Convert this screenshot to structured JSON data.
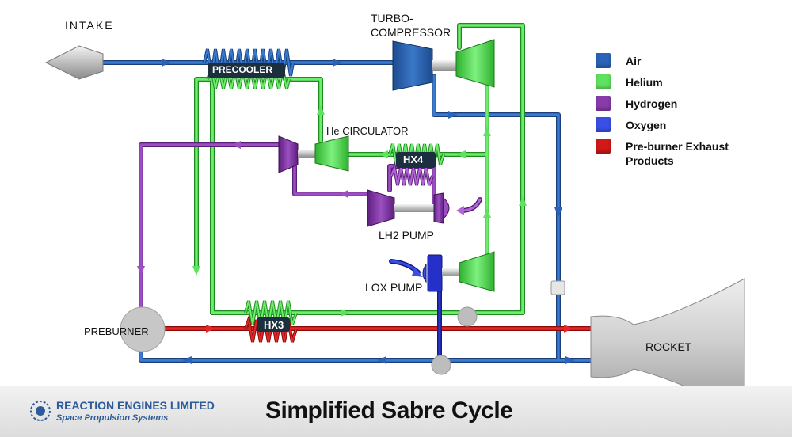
{
  "labels": {
    "intake": "INTAKE",
    "turbo": "TURBO-\nCOMPRESSOR",
    "precooler": "PRECOOLER",
    "he_circulator": "He CIRCULATOR",
    "hx4": "HX4",
    "lh2_pump": "LH2 PUMP",
    "lox_pump": "LOX PUMP",
    "preburner": "PREBURNER",
    "hx3": "HX3",
    "rocket": "ROCKET"
  },
  "legend": [
    {
      "label": "Air",
      "color": "#2a63b8"
    },
    {
      "label": "Helium",
      "color": "#5fe25f"
    },
    {
      "label": "Hydrogen",
      "color": "#8a3bab"
    },
    {
      "label": "Oxygen",
      "color": "#3b4fe8"
    },
    {
      "label": "Pre-burner Exhaust Products",
      "color": "#d21818"
    }
  ],
  "colors": {
    "air": "#2a63b8",
    "helium": "#4fd64f",
    "hydrogen": "#8a3bab",
    "oxygen": "#2430c8",
    "exhaust": "#d21818",
    "component": "#c7c7c7"
  },
  "footer": {
    "company": "REACTION ENGINES LIMITED",
    "subtitle": "Space Propulsion Systems",
    "title": "Simplified Sabre Cycle"
  }
}
